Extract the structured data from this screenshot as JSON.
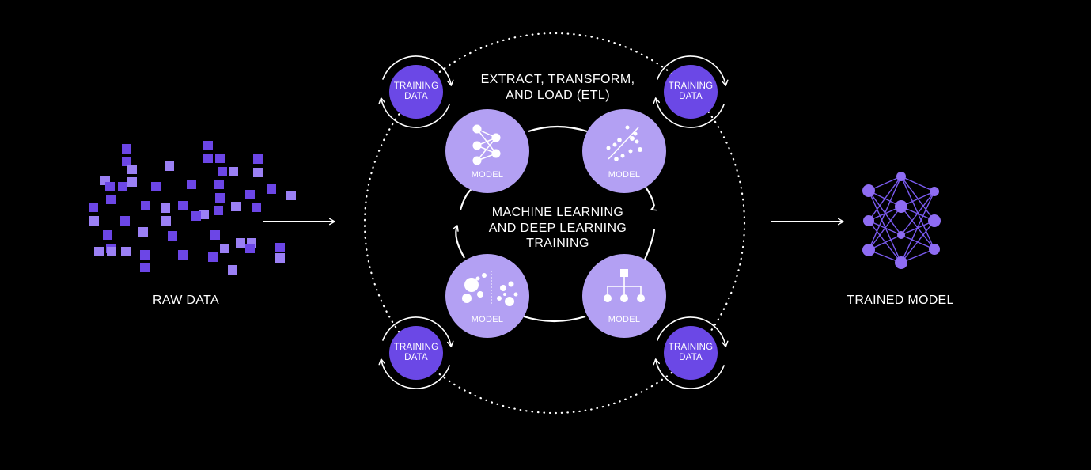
{
  "colors": {
    "background": "#000000",
    "model_circle": "#b3a0f3",
    "training_circle": "#6b48e6",
    "pixel_dark": "#6c46e6",
    "pixel_light": "#9b80f4",
    "line": "#ffffff"
  },
  "labels": {
    "raw_data": "RAW DATA",
    "trained_model": "TRAINED MODEL",
    "etl": "EXTRACT, TRANSFORM, AND LOAD (ETL)",
    "center": "MACHINE LEARNING AND DEEP LEARNING TRAINING"
  },
  "training_data_nodes": [
    {
      "id": "top-left",
      "label": "TRAINING DATA"
    },
    {
      "id": "top-right",
      "label": "TRAINING DATA"
    },
    {
      "id": "bottom-left",
      "label": "TRAINING DATA"
    },
    {
      "id": "bottom-right",
      "label": "TRAINING DATA"
    }
  ],
  "model_nodes": [
    {
      "id": "top-left",
      "label": "MODEL",
      "icon": "neural-network-icon"
    },
    {
      "id": "top-right",
      "label": "MODEL",
      "icon": "scatter-plot-icon"
    },
    {
      "id": "bottom-left",
      "label": "MODEL",
      "icon": "clustering-icon"
    },
    {
      "id": "bottom-right",
      "label": "MODEL",
      "icon": "hierarchy-tree-icon"
    }
  ]
}
